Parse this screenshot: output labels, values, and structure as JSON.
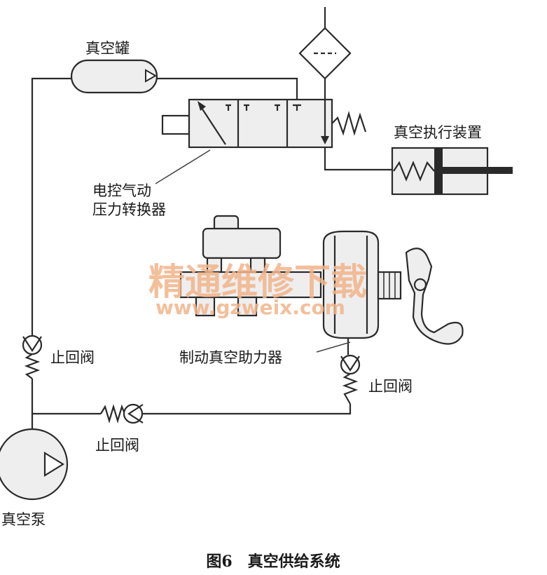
{
  "labels": {
    "vacuum_tank": "真空罐",
    "actuator": "真空执行装置",
    "converter_line1": "电控气动",
    "converter_line2": "压力转换器",
    "check_valve_left": "止回阀",
    "check_valve_right": "止回阀",
    "check_valve_bottom": "止回阀",
    "booster": "制动真空助力器",
    "pump": "真空泵"
  },
  "caption": "图6　真空供给系统",
  "watermark": {
    "line1": "精通维修下载",
    "line2": "www.gzweix.com"
  },
  "colors": {
    "line": "#2a2a2a",
    "component_fill": "#eeeeee",
    "watermark": "#f2b48a"
  }
}
